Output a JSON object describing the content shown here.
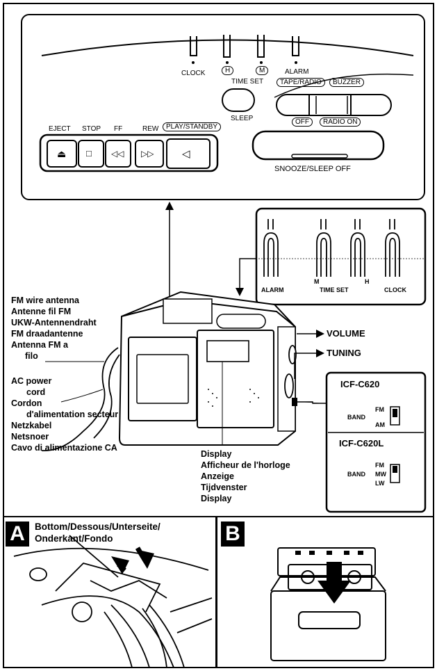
{
  "panel": {
    "clock": "CLOCK",
    "h": "H",
    "m": "M",
    "alarm": "ALARM",
    "time_set": "TIME SET",
    "tape_radio": "TAPE/RADIO",
    "buzzer": "BUZZER",
    "sleep": "SLEEP",
    "off": "OFF",
    "radio_on": "RADIO ON",
    "eject": "EJECT",
    "stop": "STOP",
    "ff": "FF",
    "rew": "REW",
    "play_standby": "PLAY/STANDBY",
    "snooze": "SNOOZE/SLEEP OFF"
  },
  "inset": {
    "alarm": "ALARM",
    "time_set": "TIME SET",
    "clock": "CLOCK",
    "m": "M",
    "h": "H"
  },
  "left_labels": {
    "antenna": [
      "FM wire antenna",
      "Antenne fil FM",
      "UKW-Antennendraht",
      "FM draadantenne",
      "Antenna FM a",
      "filo"
    ],
    "power": [
      "AC power",
      "cord",
      "Cordon",
      "d'alimentation secteur",
      "Netzkabel",
      "Netsnoer",
      "Cavo di alimentazione CA"
    ]
  },
  "display_labels": [
    "Display",
    "Afficheur de l'horloge",
    "Anzeige",
    "Tijdvenster",
    "Display"
  ],
  "controls": {
    "volume": "VOLUME",
    "tuning": "TUNING"
  },
  "models": {
    "a_name": "ICF-C620",
    "b_name": "ICF-C620L",
    "band": "BAND",
    "fm": "FM",
    "am": "AM",
    "mw": "MW",
    "lw": "LW"
  },
  "section_a": {
    "tag": "A",
    "title_line1": "Bottom/Dessous/Unterseite/",
    "title_line2": "Onderkant/Fondo"
  },
  "section_b": {
    "tag": "B"
  }
}
